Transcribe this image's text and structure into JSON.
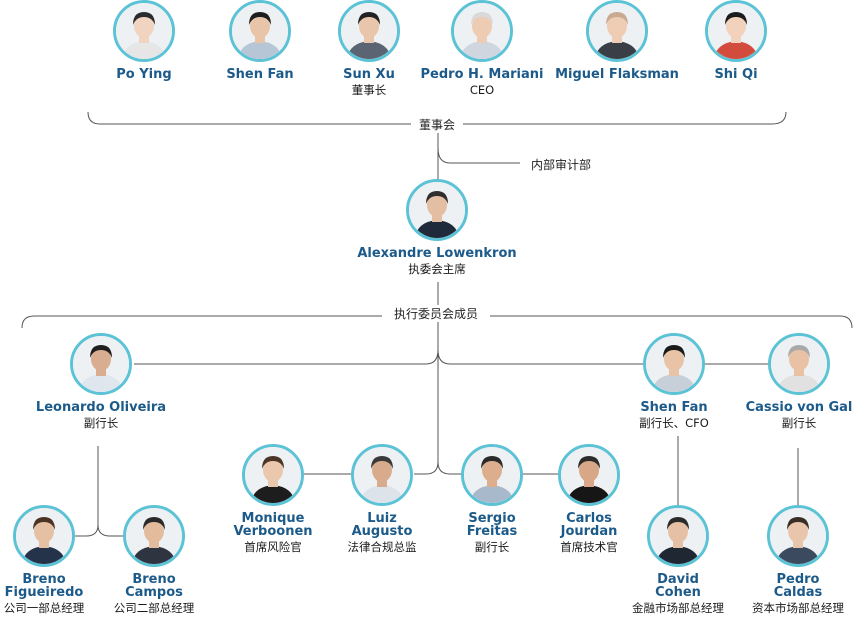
{
  "board": {
    "label": "董事会",
    "members": [
      {
        "name": "Po Ying",
        "role": ""
      },
      {
        "name": "Shen Fan",
        "role": ""
      },
      {
        "name": "Sun Xu",
        "role": "董事长"
      },
      {
        "name": "Pedro H. Mariani",
        "role": "CEO"
      },
      {
        "name": "Miguel Flaksman",
        "role": ""
      },
      {
        "name": "Shi Qi",
        "role": ""
      }
    ]
  },
  "audit": {
    "label": "内部审计部"
  },
  "chairman": {
    "name": "Alexandre Lowenkron",
    "role": "执委会主席"
  },
  "exec_committee": {
    "label": "执行委员会成员"
  },
  "vps": [
    {
      "name": "Leonardo Oliveira",
      "role": "副行长"
    },
    {
      "name": "Shen Fan",
      "role": "副行长、CFO"
    },
    {
      "name": "Cassio von Gal",
      "role": "副行长"
    }
  ],
  "officers": [
    {
      "name": "Monique\nVerboonen",
      "role": "首席风险官"
    },
    {
      "name": "Luiz\nAugusto",
      "role": "法律合规总监"
    },
    {
      "name": "Sergio\nFreitas",
      "role": "副行长"
    },
    {
      "name": "Carlos\nJourdan",
      "role": "首席技术官"
    }
  ],
  "managers": [
    {
      "name": "Breno\nFigueiredo",
      "role": "公司一部总经理"
    },
    {
      "name": "Breno\nCampos",
      "role": "公司二部总经理"
    },
    {
      "name": "David\nCohen",
      "role": "金融市场部总经理"
    },
    {
      "name": "Pedro\nCaldas",
      "role": "资本市场部总经理"
    }
  ],
  "colors": {
    "accent_ring": "#5bc3d5",
    "name_text": "#1c5a8a",
    "line": "#555555"
  }
}
